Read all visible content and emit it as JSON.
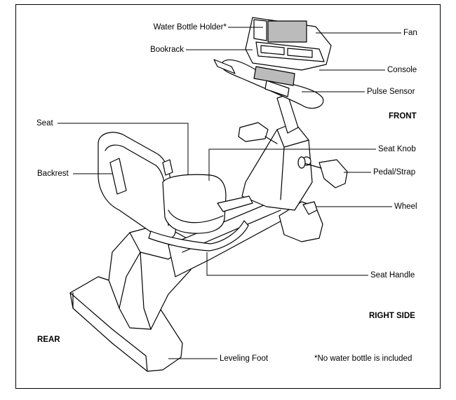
{
  "labels": {
    "water_bottle_holder": "Water Bottle Holder*",
    "bookrack": "Bookrack",
    "fan": "Fan",
    "console": "Console",
    "pulse_sensor": "Pulse Sensor",
    "seat": "Seat",
    "seat_knob": "Seat Knob",
    "backrest": "Backrest",
    "pedal_strap": "Pedal/Strap",
    "wheel": "Wheel",
    "seat_handle": "Seat Handle",
    "leveling_foot": "Leveling Foot"
  },
  "headers": {
    "front": "FRONT",
    "right_side": "RIGHT SIDE",
    "rear": "REAR"
  },
  "footnote": "*No water bottle is included"
}
